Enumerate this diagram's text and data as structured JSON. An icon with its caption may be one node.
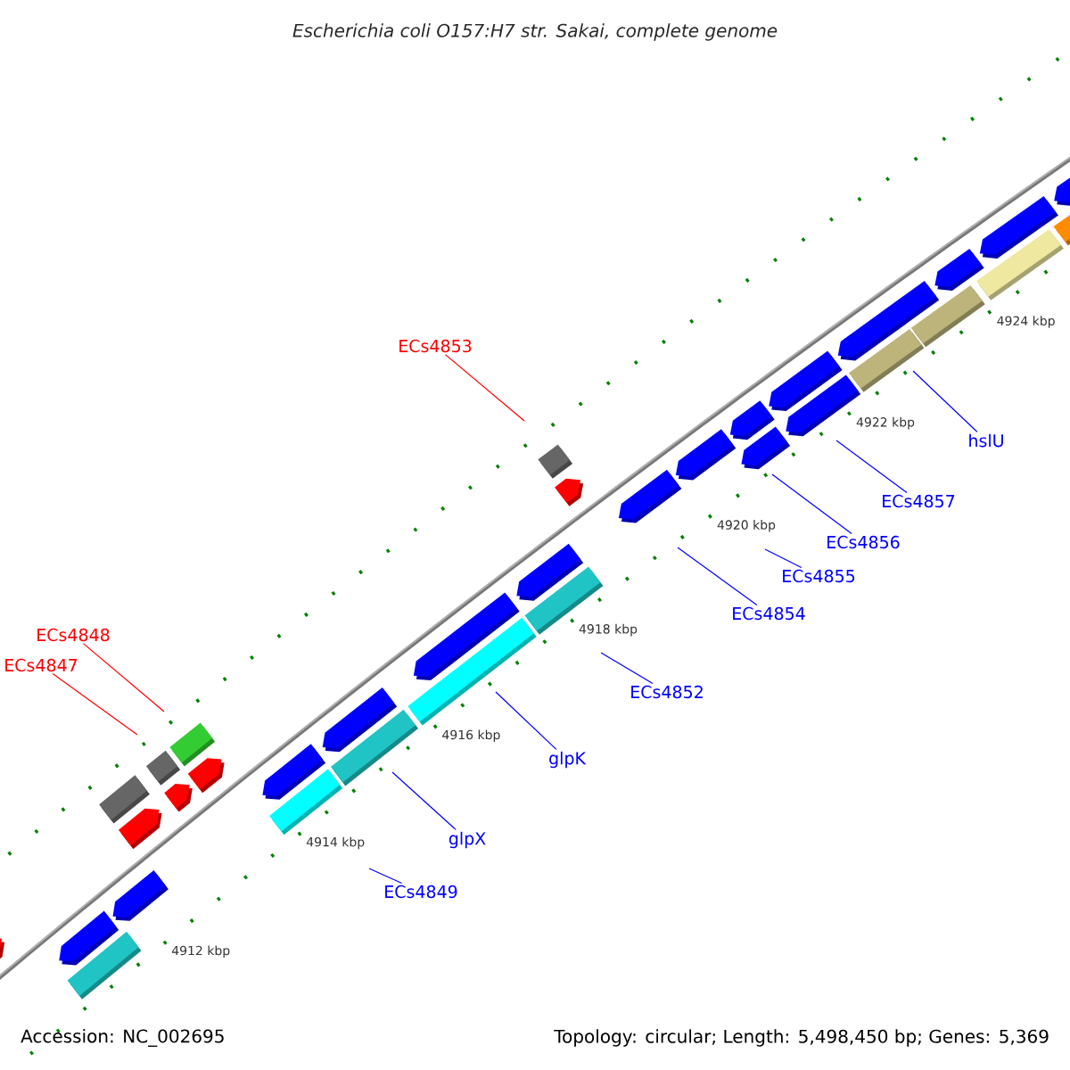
{
  "diagram": {
    "title": "Escherichia coli O157:H7 str. Sakai, complete genome",
    "nodes": [
      {
        "text": [
          "ECs4853"
        ]
      },
      {
        "text": [
          "ECs4848"
        ]
      },
      {
        "text": [
          "ECs4847"
        ]
      },
      {
        "text": [
          "hslU"
        ]
      },
      {
        "text": [
          "ECs4857"
        ]
      },
      {
        "text": [
          "ECs4856"
        ]
      },
      {
        "text": [
          "ECs4855"
        ]
      },
      {
        "text": [
          "ECs4854"
        ]
      },
      {
        "text": [
          "ECs4852"
        ]
      },
      {
        "text": [
          "glpK"
        ]
      },
      {
        "text": [
          "glpX"
        ]
      },
      {
        "text": [
          "ECs4849"
        ]
      }
    ],
    "edges": [
      {
        "from": 0,
        "to": null,
        "arrow": "none",
        "color": "#ff0000"
      },
      {
        "from": 1,
        "to": null,
        "arrow": "none",
        "color": "#ff0000"
      },
      {
        "from": 2,
        "to": null,
        "arrow": "none",
        "color": "#ff0000"
      },
      {
        "from": 3,
        "to": null,
        "arrow": "none"
      },
      {
        "from": 4,
        "to": null,
        "arrow": "none"
      },
      {
        "from": 5,
        "to": null,
        "arrow": "none"
      },
      {
        "from": 6,
        "to": null,
        "arrow": "none"
      },
      {
        "from": 7,
        "to": null,
        "arrow": "none"
      },
      {
        "from": 8,
        "to": null,
        "arrow": "none"
      },
      {
        "from": 9,
        "to": null,
        "arrow": "none"
      },
      {
        "from": 10,
        "to": null,
        "arrow": "none"
      },
      {
        "from": 11,
        "to": null,
        "arrow": "none"
      }
    ],
    "labels": [
      "4924 kbp",
      "4922 kbp",
      "4920 kbp",
      "4918 kbp",
      "4916 kbp",
      "4914 kbp",
      "4912 kbp",
      "Accession: NC_002695",
      "Topology: circular; Length: 5,498,450 bp; Genes: 5,369"
    ]
  }
}
